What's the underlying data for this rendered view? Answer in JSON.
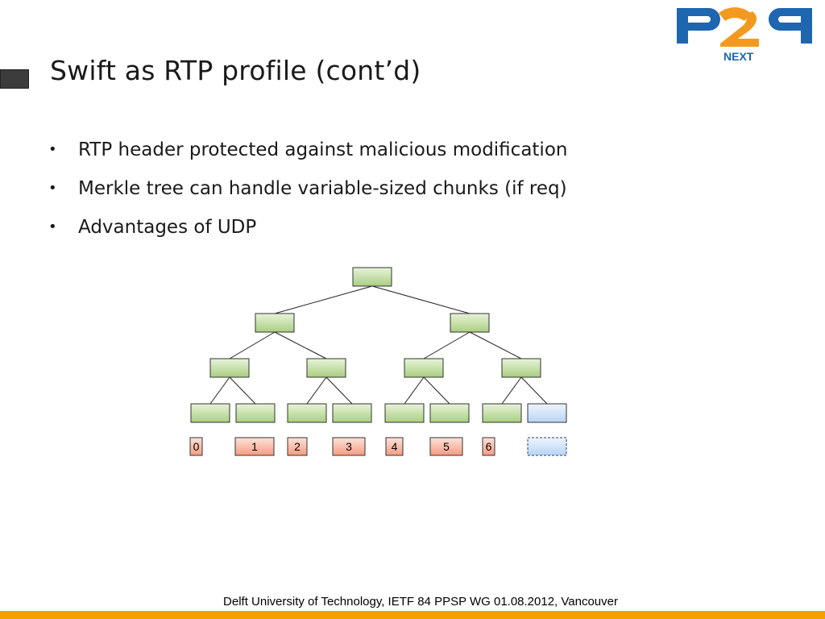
{
  "slide": {
    "title": "Swift as RTP profile (cont’d)",
    "bullets": [
      "RTP header protected against malicious modification",
      "Merkle tree can handle variable-sized chunks (if req)",
      "Advantages of UDP"
    ],
    "bullet_glyph": "•"
  },
  "logo": {
    "mark": "P2P",
    "text": "NEXT",
    "colors": {
      "blue": "#1f66b0",
      "orange": "#f29a1f"
    }
  },
  "diagram": {
    "chunk_labels": [
      "0",
      "1",
      "2",
      "3",
      "4",
      "5",
      "6"
    ],
    "colors": {
      "hash_node": "#b5d58e",
      "chunk": "#f8a78e",
      "empty_node": "#c6dcf5"
    }
  },
  "footer": {
    "text": "Delft University of Technology, IETF 84 PPSP WG  01.08.2012, Vancouver",
    "bar_color": "#f5a000"
  }
}
